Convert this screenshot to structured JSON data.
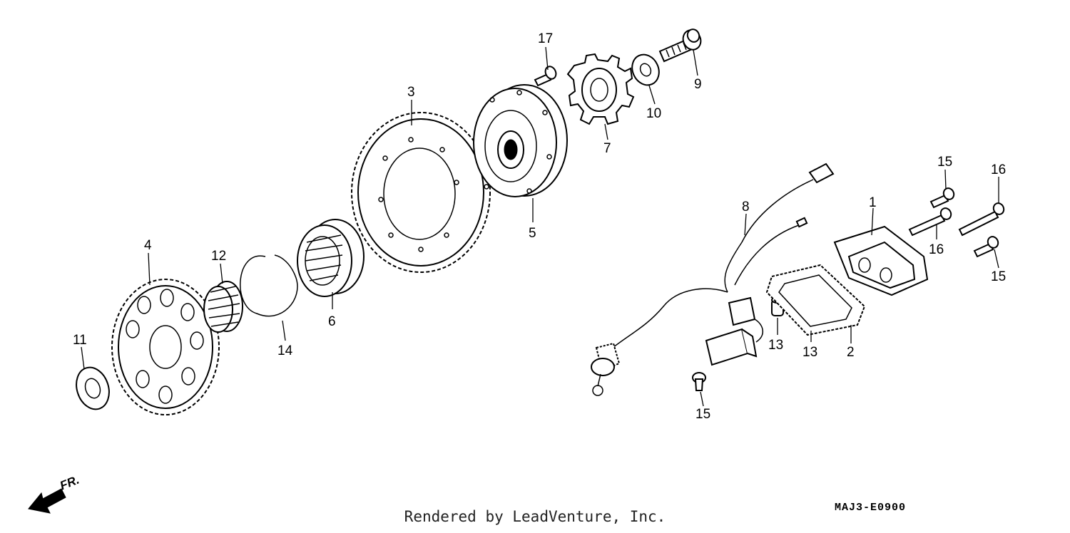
{
  "callouts": {
    "c1": "1",
    "c2": "2",
    "c3": "3",
    "c4": "4",
    "c5": "5",
    "c6": "6",
    "c7": "7",
    "c8": "8",
    "c9": "9",
    "c10": "10",
    "c11": "11",
    "c12": "12",
    "c13a": "13",
    "c13b": "13",
    "c14": "14",
    "c15a": "15",
    "c15b": "15",
    "c15c": "15",
    "c16a": "16",
    "c16b": "16",
    "c17": "17"
  },
  "direction_label": "FR.",
  "diagram_code": "MAJ3-E0900",
  "footer_credit": "Rendered by LeadVenture, Inc."
}
